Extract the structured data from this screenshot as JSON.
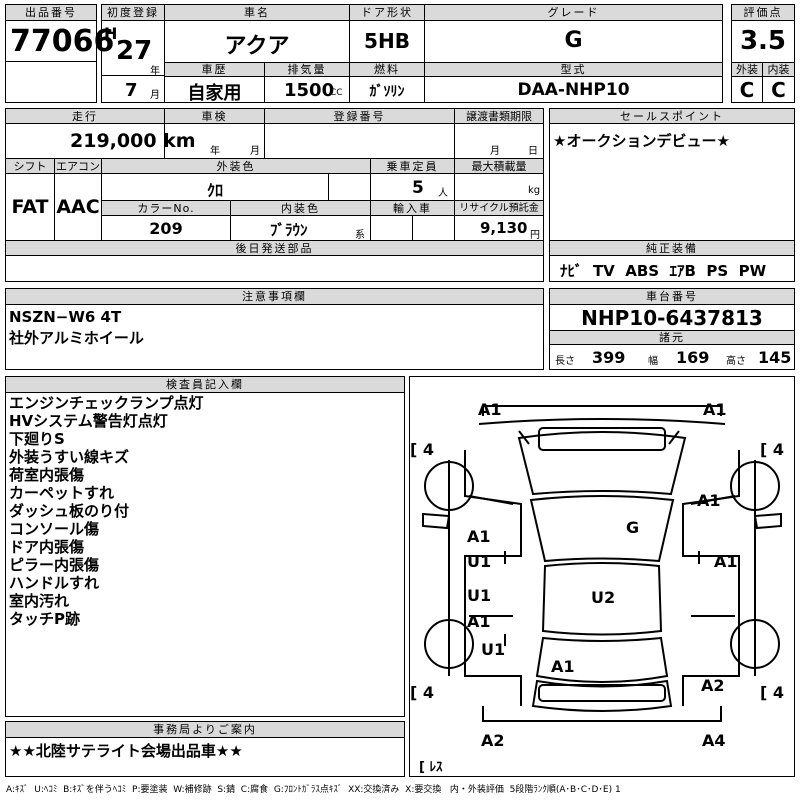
{
  "header": {
    "lot_label": "出品番号",
    "lot_no": "77066",
    "first_reg_label": "初度登録",
    "era": "H",
    "year": "27",
    "year_unit": "年",
    "month": "7",
    "month_unit": "月",
    "car_name_label": "車名",
    "car_name": "アクア",
    "door_label": "ドア形状",
    "door": "5HB",
    "grade_label": "グレード",
    "grade": "G",
    "score_label": "評価点",
    "score": "3.5",
    "ext_label": "外装",
    "int_label": "内装",
    "ext": "C",
    "int": "C",
    "history_label": "車歴",
    "history": "自家用",
    "displacement_label": "排気量",
    "displacement": "1500",
    "cc": "CC",
    "fuel_label": "燃料",
    "fuel": "ｶﾞｿﾘﾝ",
    "model_label": "型式",
    "model": "DAA-NHP10"
  },
  "row2": {
    "mileage_label": "走行",
    "mileage": "219,000 km",
    "inspection_label": "車検",
    "insp_year": "年",
    "insp_month": "月",
    "reg_label": "登録番号",
    "deadline_label": "譲渡書類期限",
    "dl_month": "月",
    "dl_day": "日",
    "sales_label": "セールスポイント",
    "sales": "★オークションデビュー★",
    "shift_label": "シフト",
    "shift": "FAT",
    "ac_label": "エアコン",
    "ac": "AAC",
    "ext_color_label": "外装色",
    "ext_color": "ｸﾛ",
    "capacity_label": "乗車定員",
    "capacity": "5",
    "capacity_unit": "人",
    "load_label": "最大積載量",
    "load_unit": "kg",
    "color_no_label": "カラーNo.",
    "color_no": "209",
    "int_color_label": "内装色",
    "int_color": "ﾌﾞﾗｳﾝ",
    "int_color_unit": "系",
    "import_label": "輸入車",
    "recycle_label": "リサイクル預託金",
    "recycle": "9,130",
    "recycle_unit": "円",
    "later_parts_label": "後日発送部品",
    "equip_label": "純正装備",
    "equip": "ﾅﾋﾞ  TV  ABS  ｴｱB  PS  PW"
  },
  "notes": {
    "caution_label": "注意事項欄",
    "caution_lines": [
      "NSZN−W6 4T",
      "社外アルミホイール"
    ],
    "chassis_label": "車台番号",
    "chassis": "NHP10-6437813",
    "spec_label": "諸元",
    "length_label": "長さ",
    "length": "399",
    "width_label": "幅",
    "width": "169",
    "height_label": "高さ",
    "height": "145"
  },
  "inspector": {
    "label": "検査員記入欄",
    "lines": [
      "エンジンチェックランプ点灯",
      "HVシステム警告灯点灯",
      "下廻りS",
      "外装うすい線キズ",
      "荷室内張傷",
      "カーペットすれ",
      "ダッシュ板のり付",
      "コンソール傷",
      "ドア内張傷",
      "ピラー内張傷",
      "ハンドルすれ",
      "室内汚れ",
      "タッチP跡"
    ]
  },
  "office": {
    "label": "事務局よりご案内",
    "text": "★★北陸サテライト会場出品車★★"
  },
  "diagram": {
    "marks": {
      "front_left": "A1",
      "front_right": "A1",
      "tire_fl": "4",
      "tire_fr": "4",
      "tire_rl": "4",
      "tire_rr": "4",
      "fender_fr": "A1",
      "windshield": "G",
      "door_fl_a": "A1",
      "door_fl_u": "U1",
      "door_fr": "A1",
      "door_rl_u": "U1",
      "door_rl_a": "A1",
      "roof": "U2",
      "fender_rl": "U1",
      "hatch": "A1",
      "bumper_r_right": "A2",
      "rear_left": "A2",
      "rear_right": "A4",
      "spare": "ﾚｽ"
    }
  },
  "footer": {
    "legend": "A:ｷｽﾞ  U:ﾍｺﾐ  B:ｷｽﾞを伴うﾍｺﾐ  P:要塗装  W:補修跡  S:錆  C:腐食  G:ﾌﾛﾝﾄｶﾞﾗｽ点ｷｽﾞ  XX:交換済み  X:要交換   内・外装評価  5段階ﾗﾝｸ順(A･B･C･D･E) 1"
  }
}
